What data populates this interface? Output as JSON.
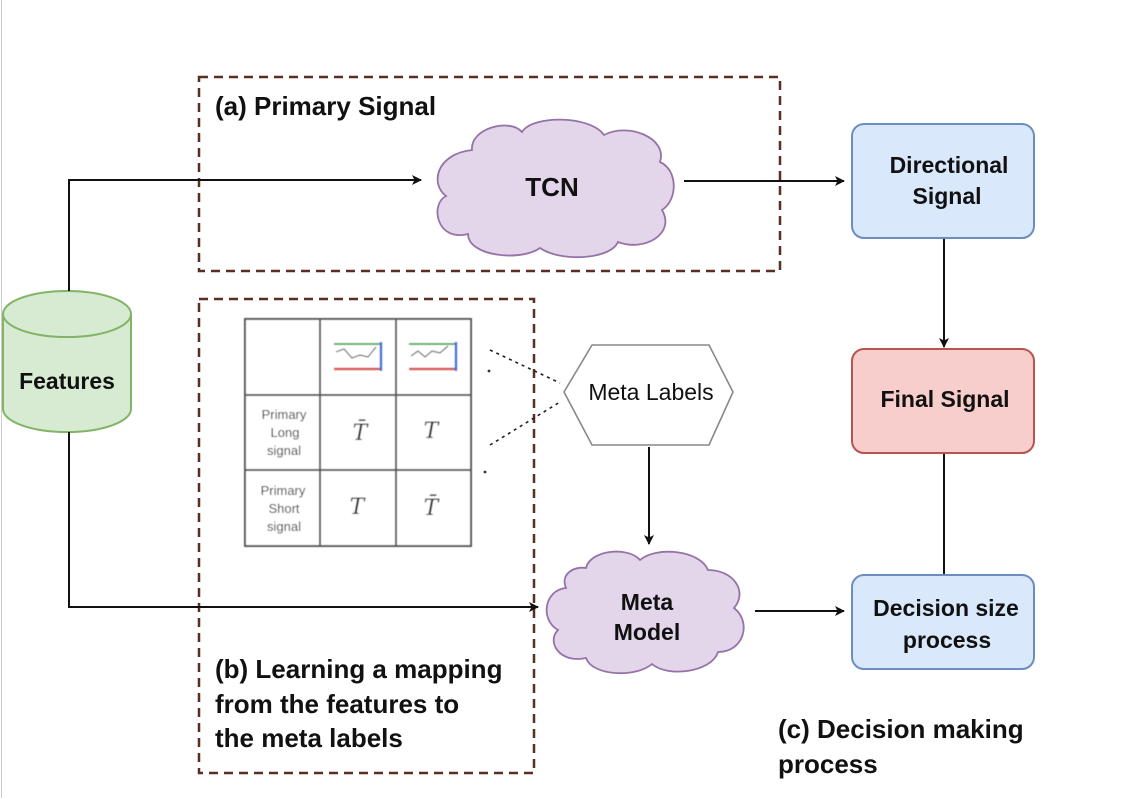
{
  "sections": {
    "primary": "(a) Primary Signal",
    "learning_line1": "(b) Learning a mapping",
    "learning_line2": "from the features to",
    "learning_line3": "the meta labels",
    "decision_line1": "(c) Decision making",
    "decision_line2": "process"
  },
  "nodes": {
    "features": "Features",
    "tcn": "TCN",
    "directional_line1": "Directional",
    "directional_line2": "Signal",
    "final_signal": "Final Signal",
    "meta_labels": "Meta Labels",
    "meta_model_line1": "Meta",
    "meta_model_line2": "Model",
    "decision_size_line1": "Decision size",
    "decision_size_line2": "process"
  },
  "table": {
    "row1_line1": "Primary",
    "row1_line2": "Long",
    "row1_line3": "signal",
    "row2_line1": "Primary",
    "row2_line2": "Short",
    "row2_line3": "signal",
    "cell_long_first": "T̄",
    "cell_long_second": "T",
    "cell_short_first": "T",
    "cell_short_second": "T̄"
  },
  "colors": {
    "dashed_border": "#5a2e22",
    "features_fill": "#d6ebd2",
    "features_stroke": "#82b366",
    "cloud_fill": "#e3d5ea",
    "cloud_stroke": "#9673a6",
    "blue_fill": "#dae8fc",
    "blue_stroke": "#6c8ebf",
    "red_fill": "#f8cecc",
    "red_stroke": "#b85450",
    "mini_green": "#4caf50",
    "mini_red": "#d9534f",
    "mini_blue": "#3f6fd8"
  }
}
